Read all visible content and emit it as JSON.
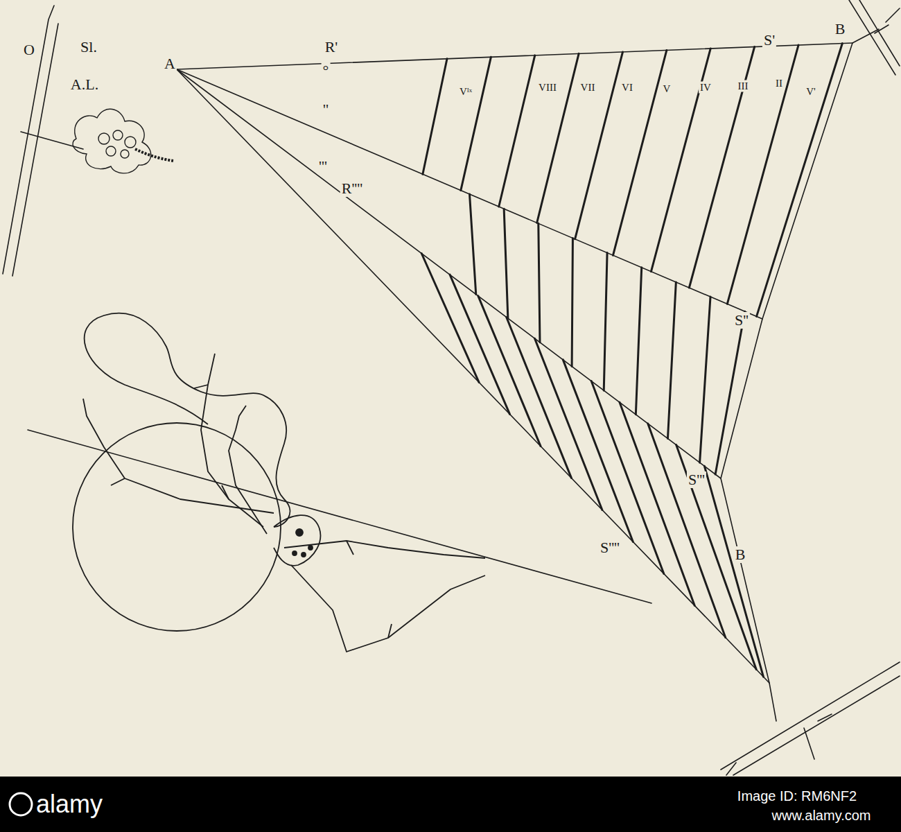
{
  "diagram": {
    "labels": [
      "O",
      "Sl.",
      "A.L.",
      "A",
      "R'",
      "S'",
      "B",
      "Vᴵˣ",
      "VIII",
      "VII",
      "VI",
      "V",
      "IV",
      "III",
      "II",
      "V'",
      "°",
      "\"",
      "'''",
      "R''''",
      "S''",
      "S'''",
      "S''''",
      "B",
      "alamy",
      "Image ID: RM6NF2",
      "www.alamy.com"
    ]
  }
}
